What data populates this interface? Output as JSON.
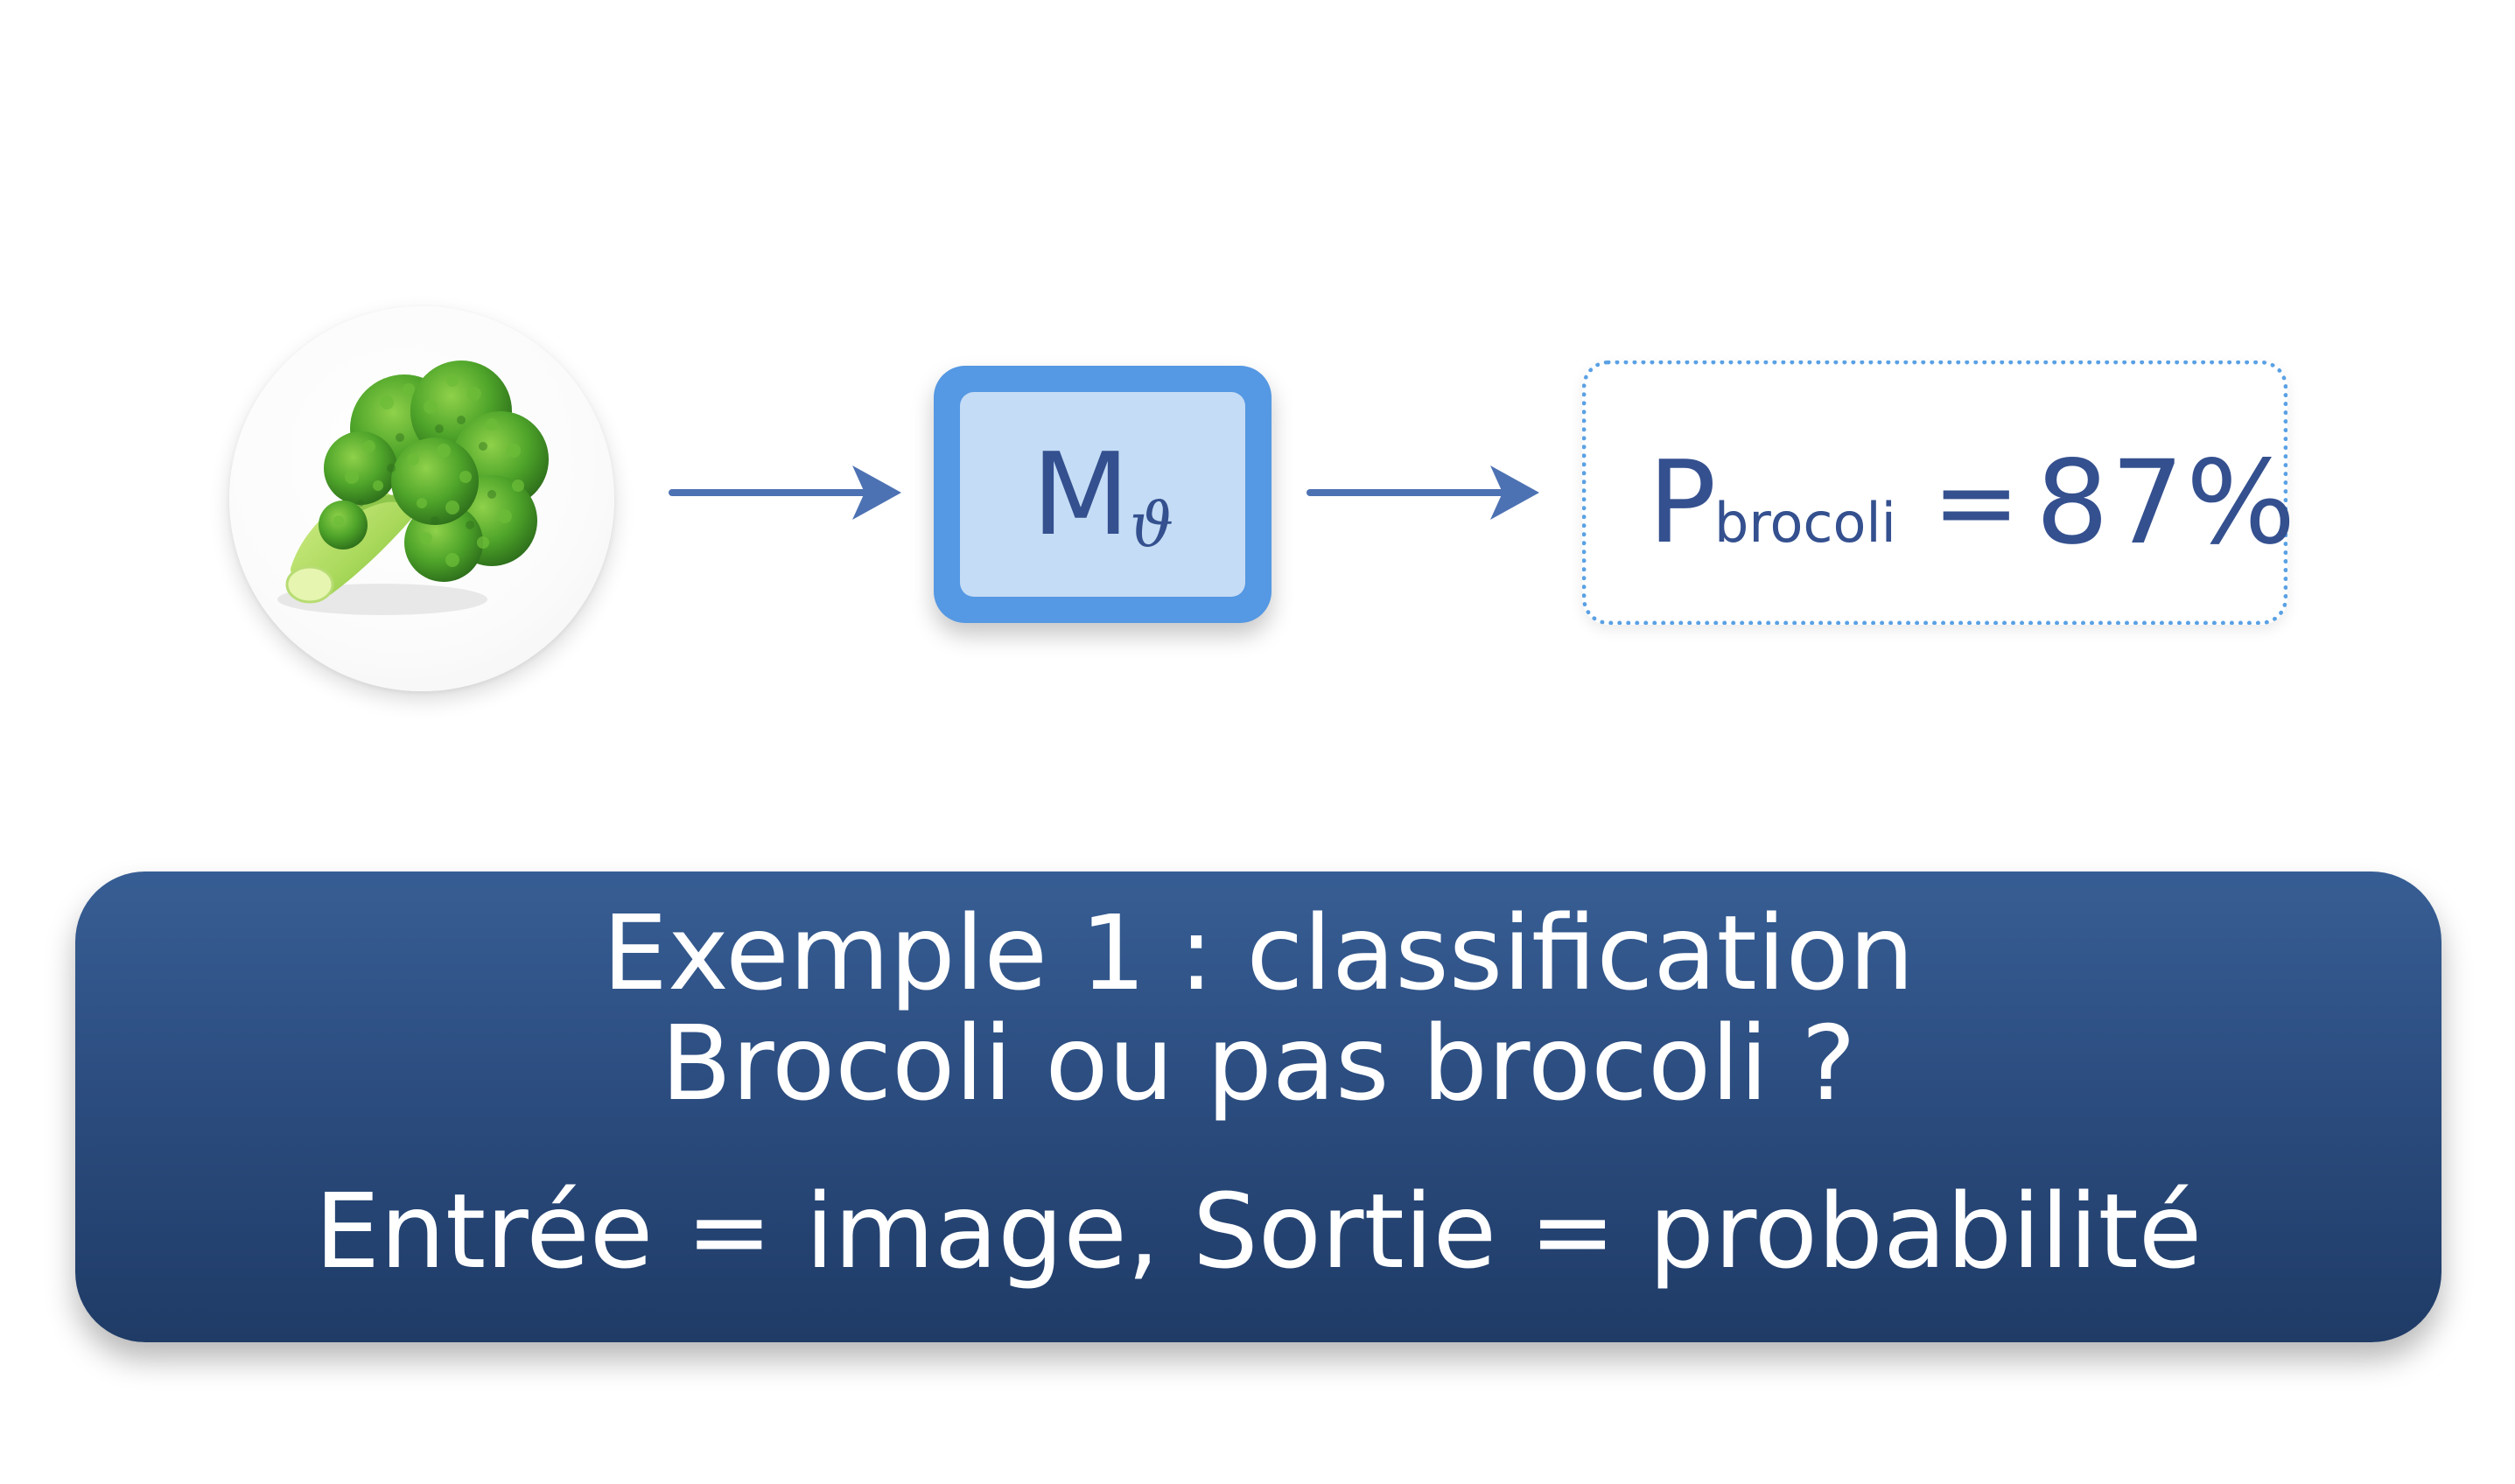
{
  "input": {
    "image_subject": "broccoli-image"
  },
  "model": {
    "symbol": "M",
    "subscript": "ϑ"
  },
  "output": {
    "symbol": "P",
    "subscript": "brocoli",
    "equals": "=",
    "value": "87%"
  },
  "caption": {
    "title": "Exemple 1 : classification",
    "question": "Brocoli ou pas brocoli ?",
    "io": "Entrée = image, Sortie = probabilité"
  },
  "colors": {
    "model_border": "#5598e3",
    "model_fill": "#c4dcf5",
    "text_blue": "#34508f",
    "arrow": "#4d72b3",
    "output_border": "#5aa1e4",
    "panel_top": "#375e94",
    "panel_bottom": "#1f3b66"
  }
}
